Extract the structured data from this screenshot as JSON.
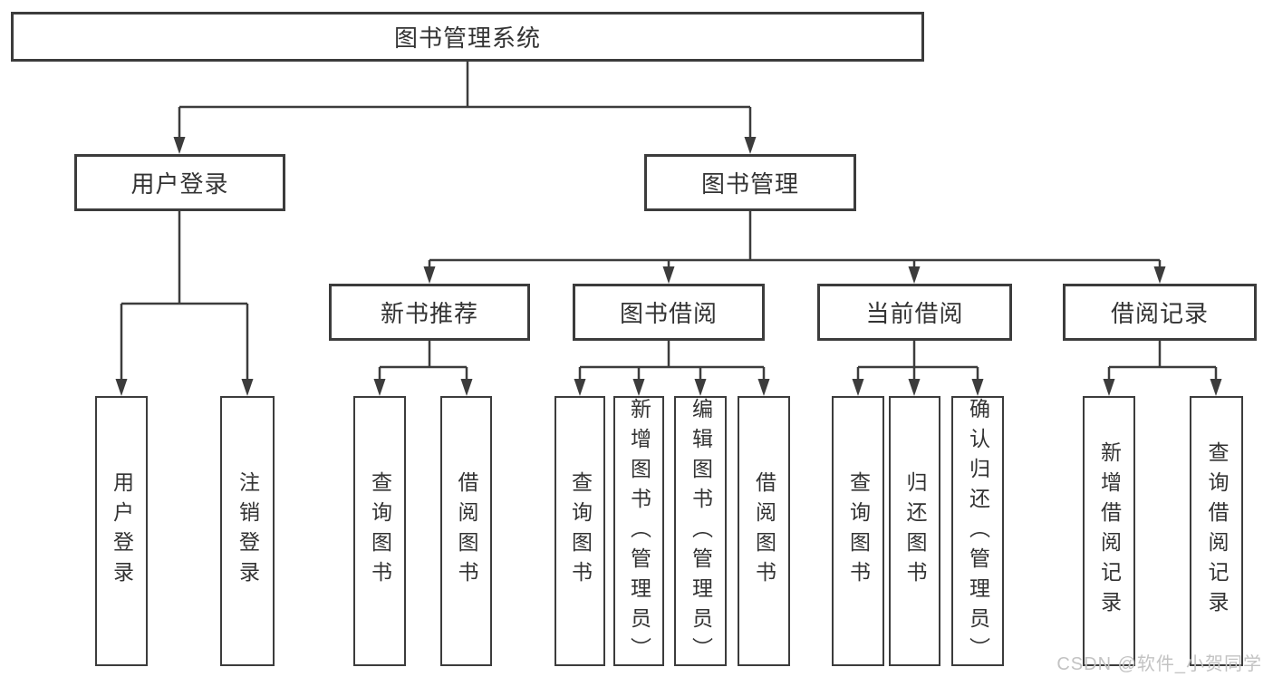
{
  "tree": {
    "root": {
      "label": "图书管理系统"
    },
    "branches": [
      {
        "label": "用户登录",
        "children": [
          {
            "label": "用户登录"
          },
          {
            "label": "注销登录"
          }
        ]
      },
      {
        "label": "图书管理",
        "children": [
          {
            "label": "新书推荐",
            "children": [
              {
                "label": "查询图书"
              },
              {
                "label": "借阅图书"
              }
            ]
          },
          {
            "label": "图书借阅",
            "children": [
              {
                "label": "查询图书"
              },
              {
                "label": "新增图书（管理员）"
              },
              {
                "label": "编辑图书（管理员）"
              },
              {
                "label": "借阅图书"
              }
            ]
          },
          {
            "label": "当前借阅",
            "children": [
              {
                "label": "查询图书"
              },
              {
                "label": "归还图书"
              },
              {
                "label": "确认归还（管理员）"
              }
            ]
          },
          {
            "label": "借阅记录",
            "children": [
              {
                "label": "新增借阅记录"
              },
              {
                "label": "查询借阅记录"
              }
            ]
          }
        ]
      }
    ]
  },
  "watermark": {
    "text": "CSDN @软件_小贺同学"
  },
  "colors": {
    "line": "#3c3c3c",
    "text": "#333333",
    "watermark": "#c3c3c3",
    "background": "#ffffff"
  }
}
